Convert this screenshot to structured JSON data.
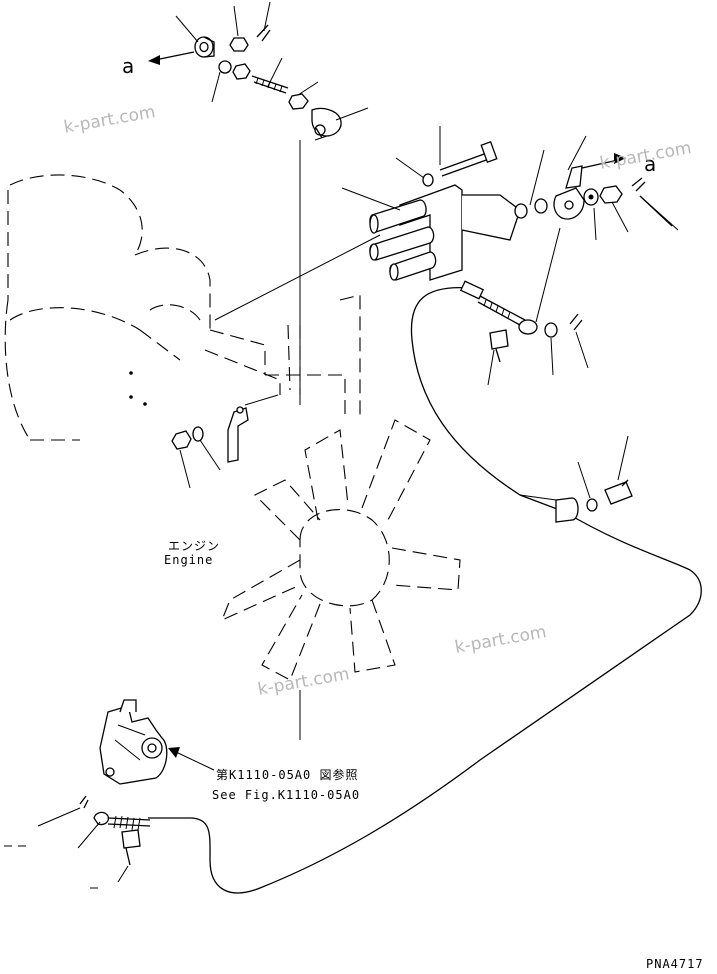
{
  "labels": {
    "engine_jp": "エンジン",
    "engine_en": "Engine",
    "ref_jp": "第K1110-05A0 図参照",
    "ref_en": "See Fig.K1110-05A0",
    "view_a_left": "a",
    "view_a_right": "a",
    "drawing_number": "PNA4717"
  },
  "watermarks": [
    "k-part.com",
    "k-part.com",
    "k-part.com",
    "k-part.com"
  ]
}
